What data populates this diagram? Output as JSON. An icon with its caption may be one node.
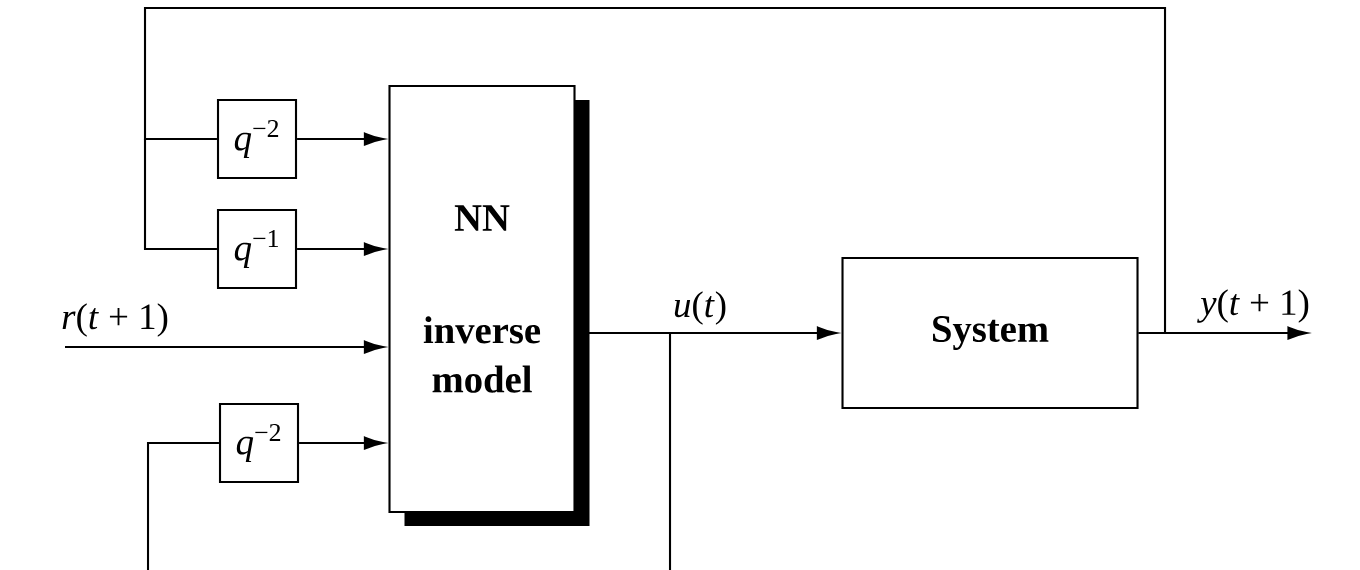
{
  "diagram": {
    "nodes": [
      {
        "text": [
          "*q*$^{−2}$"
        ]
      },
      {
        "text": [
          "*q*$^{−1}$"
        ]
      },
      {
        "text": [
          "NN",
          "inverse model"
        ]
      },
      {
        "text": [
          "*q*$^{−2}$"
        ]
      },
      {
        "text": [
          "System"
        ]
      }
    ],
    "edges": [
      {
        "from": 4,
        "to": 0,
        "arrow": "none"
      },
      {
        "from": 4,
        "to": 1,
        "arrow": "none"
      },
      {
        "from": 0,
        "to": 2,
        "arrow": "to"
      },
      {
        "from": 1,
        "to": 2,
        "arrow": "to"
      },
      {
        "from": null,
        "to": 2,
        "arrow": "to",
        "label": "*r*(*t* + 1)"
      },
      {
        "from": 3,
        "to": 2,
        "arrow": "to"
      },
      {
        "from": 2,
        "to": 4,
        "arrow": "to",
        "label": "*u*(*t*)"
      },
      {
        "from": 2,
        "to": 3,
        "arrow": "none"
      },
      {
        "from": 4,
        "to": null,
        "arrow": "to",
        "label": "*y*(*t* + 1)"
      }
    ]
  }
}
